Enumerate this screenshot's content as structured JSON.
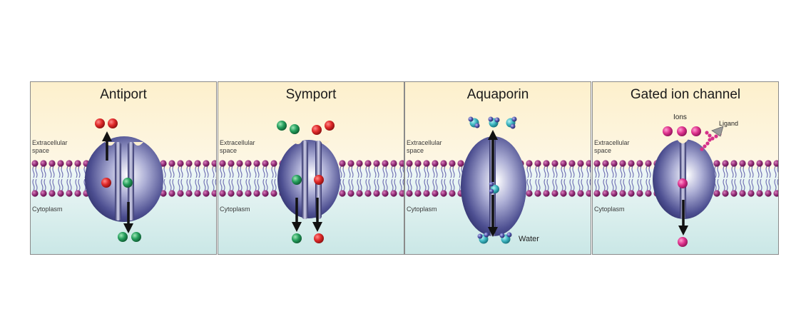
{
  "panels": [
    {
      "title": "Antiport",
      "extracellular_label": "Extracellular space",
      "cytoplasm_label": "Cytoplasm"
    },
    {
      "title": "Symport",
      "extracellular_label": "Extracellular space",
      "cytoplasm_label": "Cytoplasm"
    },
    {
      "title": "Aquaporin",
      "extracellular_label": "Extracellular space",
      "cytoplasm_label": "Cytoplasm",
      "water_label": "Water"
    },
    {
      "title": "Gated ion channel",
      "extracellular_label": "Extracellular space",
      "cytoplasm_label": "Cytoplasm",
      "ions_label": "Ions",
      "ligand_label": "Ligand"
    }
  ],
  "colors": {
    "extracellular": "#fdf1d0",
    "cytoplasm": "#cde9e8",
    "phospholipid_head": "#8e2a73",
    "protein": "#3b3c7e",
    "red_ion": "#d7262b",
    "green_ion": "#249a5a",
    "pink_ion": "#d6318a",
    "water": "#3fb8c3"
  }
}
